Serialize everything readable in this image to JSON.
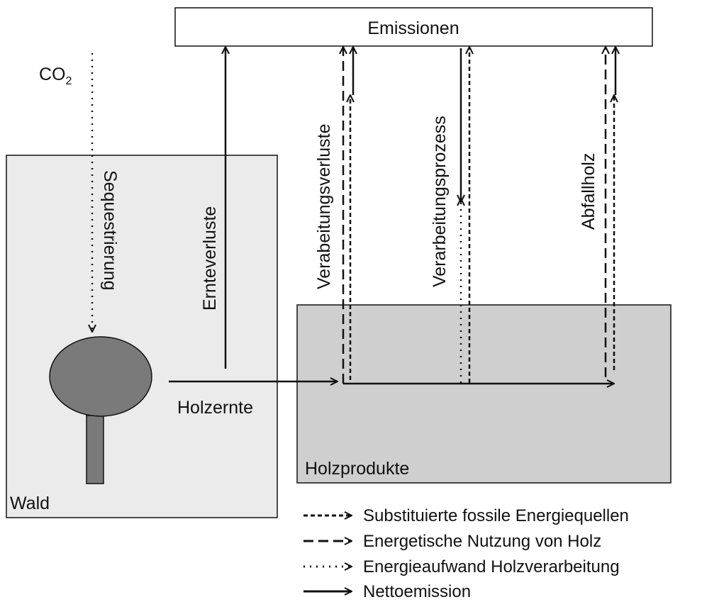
{
  "emissions_box": {
    "label": "Emissionen"
  },
  "co2": {
    "base": "CO",
    "subscript": "2"
  },
  "wald": {
    "label": "Wald"
  },
  "holzprodukte": {
    "label": "Holzprodukte"
  },
  "flows": {
    "sequestrierung": "Sequestrierung",
    "ernteverluste": "Ernteverluste",
    "holzernte": "Holzernte",
    "verarbeitungsverluste": "Verabeitungsverluste",
    "verarbeitungsprozess": "Verarbeitungsprozess",
    "abfallholz": "Abfallholz"
  },
  "legend": [
    {
      "label": "Substituierte fossile Energiequellen",
      "style": "short-dash"
    },
    {
      "label": "Energetische Nutzung von Holz",
      "style": "long-dash"
    },
    {
      "label": "Energieaufwand Holzverarbeitung",
      "style": "dotted"
    },
    {
      "label": "Nettoemission",
      "style": "solid"
    }
  ],
  "colors": {
    "wald_fill": "#ebebeb",
    "holzprodukte_fill": "#cfcfcf",
    "tree": "#7a7a7a",
    "stroke": "#111111"
  }
}
